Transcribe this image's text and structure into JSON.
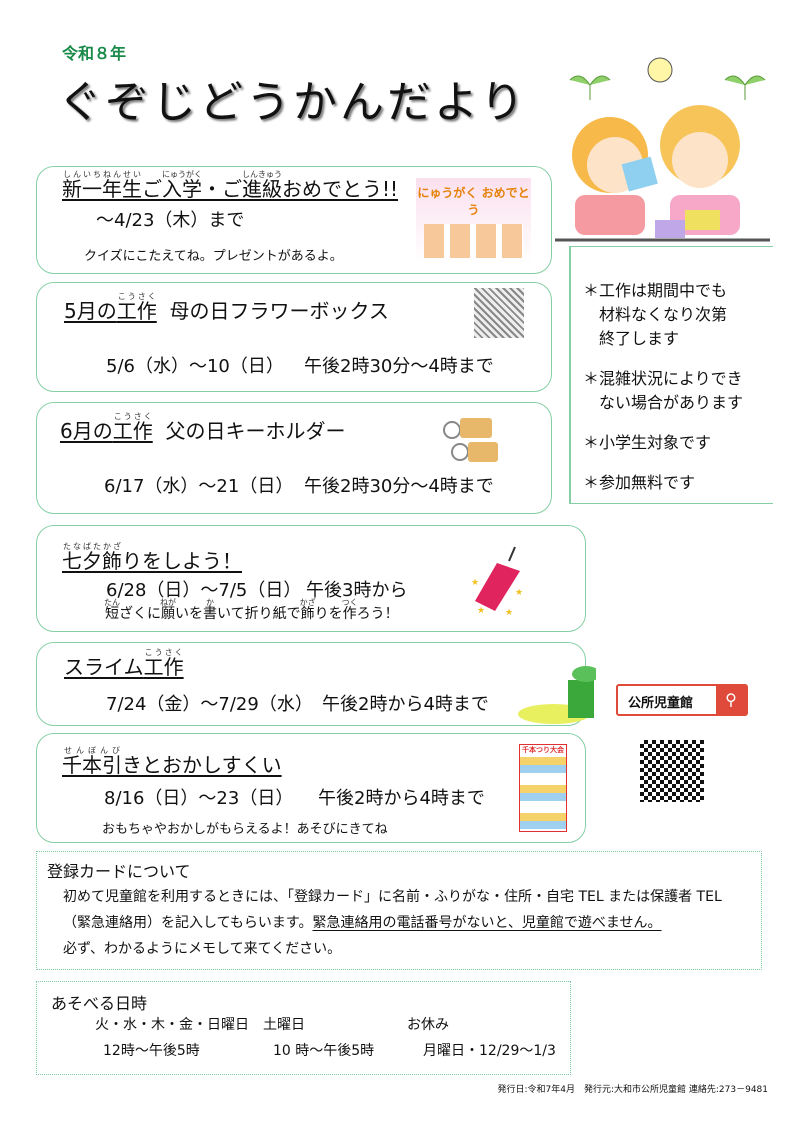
{
  "header": {
    "year": "令和８年",
    "title": "ぐぞじどうかんだより"
  },
  "events": [
    {
      "title_parts": [
        {
          "text": "新一年生",
          "ruby": "しんいちねんせい"
        },
        {
          "text": "ご"
        },
        {
          "text": "入学",
          "ruby": "にゅうがく"
        },
        {
          "text": "・ご"
        },
        {
          "text": "進級",
          "ruby": "しんきゅう"
        },
        {
          "text": "おめでとう!!"
        }
      ],
      "date": "～4/23（木）まで",
      "note": "クイズにこたえてね。プレゼントがあるよ。",
      "image_text": "にゅうがく おめでとう"
    },
    {
      "title_parts": [
        {
          "text": "5月の"
        },
        {
          "text": "工作",
          "ruby": "こうさく"
        }
      ],
      "subtitle": "母の日フラワーボックス",
      "date": "5/6（水）～10（日）",
      "time": "午後2時30分～4時まで"
    },
    {
      "title_parts": [
        {
          "text": "6月の"
        },
        {
          "text": "工作",
          "ruby": "こうさく"
        }
      ],
      "subtitle": "父の日キーホルダー",
      "date": "6/17（水）～21（日）",
      "time": "午後2時30分～4時まで"
    },
    {
      "title_parts": [
        {
          "text": "七夕飾",
          "ruby": "たなばたかざ"
        },
        {
          "text": "りをしよう！"
        }
      ],
      "date": "6/28（日）～7/5（日）",
      "time": "午後3時から",
      "note_parts": [
        {
          "text": "短",
          "ruby": "たん"
        },
        {
          "text": "ざくに"
        },
        {
          "text": "願",
          "ruby": "ねが"
        },
        {
          "text": "いを"
        },
        {
          "text": "書",
          "ruby": "か"
        },
        {
          "text": "いて折り紙で"
        },
        {
          "text": "飾",
          "ruby": "かざ"
        },
        {
          "text": "りを"
        },
        {
          "text": "作",
          "ruby": "つく"
        },
        {
          "text": "ろう！"
        }
      ]
    },
    {
      "title_parts": [
        {
          "text": "スライム"
        },
        {
          "text": "工作",
          "ruby": "こうさく"
        }
      ],
      "date": "7/24（金）～7/29（水）",
      "time": "午後2時から4時まで"
    },
    {
      "title_parts": [
        {
          "text": "千本引",
          "ruby": "せんぼんび"
        },
        {
          "text": "きとおかしすくい"
        }
      ],
      "date": "8/16（日）～23（日）",
      "time": "午後2時から4時まで",
      "note": "おもちゃやおかしがもらえるよ！あそびにきてね",
      "image_text": "千本つり大会"
    }
  ],
  "notes": [
    "＊工作は期間中でも",
    "　材料なくなり次第",
    "　終了します",
    "＊混雑状況によりでき",
    "　ない場合があります",
    "＊小学生対象です",
    "＊参加無料です"
  ],
  "search": {
    "query": "公所児童館",
    "icon": "search-icon"
  },
  "registration": {
    "heading": "登録カードについて",
    "line1": "初めて児童館を利用するときには、「登録カード」に名前・ふりがな・住所・自宅 TEL または保護者 TEL",
    "line2a": "（緊急連絡用）を記入してもらいます。",
    "line2b": "緊急連絡用の電話番号がないと、児童館で遊べません。",
    "line3": "必ず、わかるようにメモして来てください。"
  },
  "hours": {
    "heading": "あそべる日時",
    "columns": [
      {
        "label": "火・水・木・金・日曜日",
        "value": "12時～午後5時"
      },
      {
        "label": "土曜日",
        "value": "10 時～午後5時"
      },
      {
        "label": "お休み",
        "value": "月曜日・12/29～1/3"
      }
    ]
  },
  "footer": "発行日:令和7年4月　発行元:大和市公所児童館 連絡先:273－9481",
  "colors": {
    "accent_green": "#1a8a4a",
    "border_green": "#86cfa5",
    "search_red": "#e04a3a"
  }
}
